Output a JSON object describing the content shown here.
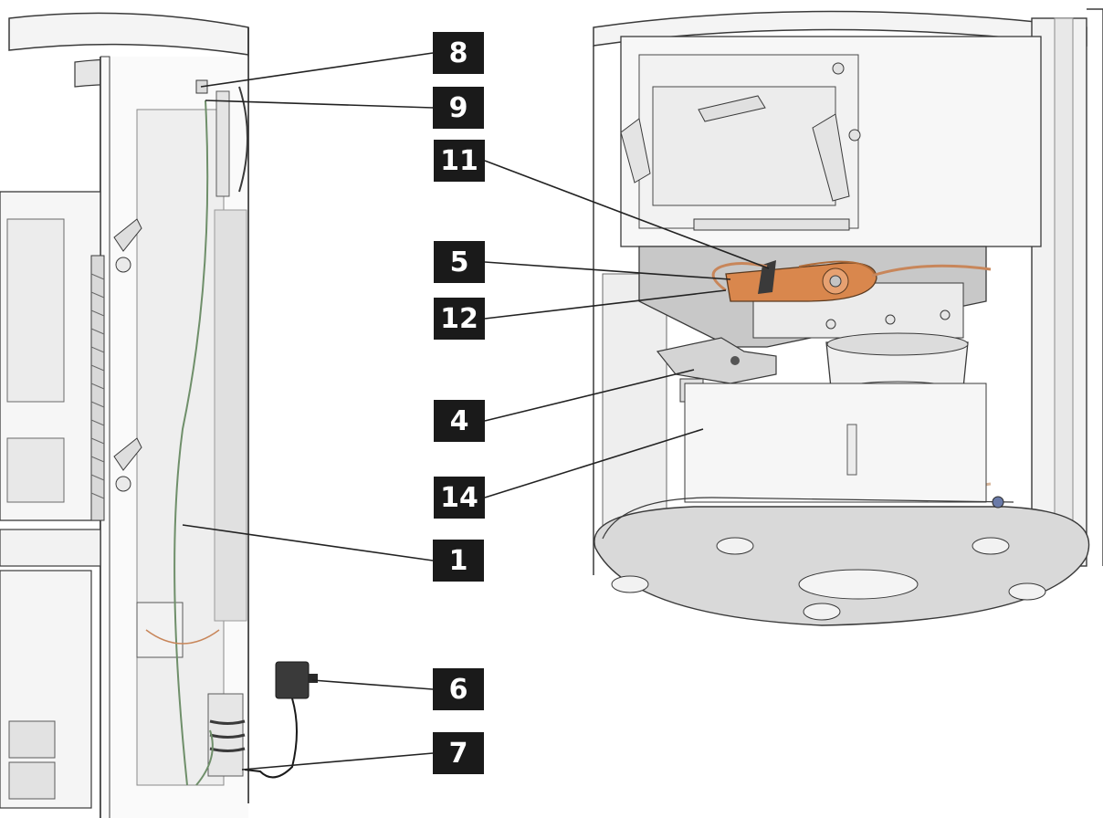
{
  "callouts": {
    "c8": "8",
    "c9": "9",
    "c11": "11",
    "c5": "5",
    "c12": "12",
    "c4": "4",
    "c14": "14",
    "c1": "1",
    "c6": "6",
    "c7": "7"
  },
  "colors": {
    "callout_bg": "#1a1a1a",
    "callout_text": "#ffffff",
    "outline": "#3a3a3a",
    "panel_fill": "#f4f4f4",
    "shadow_fill": "#c8c8c8",
    "component_orange": "#d9874d",
    "copper_tube": "#c8865a",
    "wire_green": "#6f8f6a"
  }
}
